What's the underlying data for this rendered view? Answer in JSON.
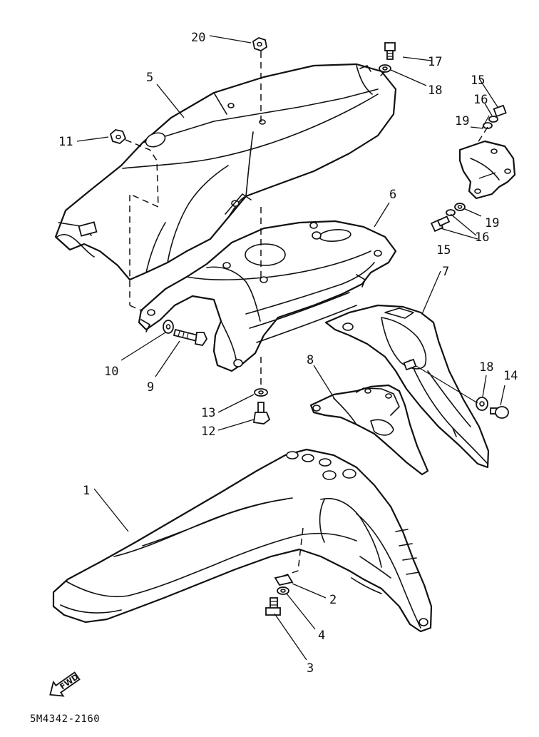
{
  "callouts": {
    "c1": "1",
    "c2": "2",
    "c3": "3",
    "c4": "4",
    "c5": "5",
    "c6": "6",
    "c7": "7",
    "c8": "8",
    "c9": "9",
    "c10": "10",
    "c11": "11",
    "c12": "12",
    "c13": "13",
    "c14": "14",
    "c15a": "15",
    "c15b": "15",
    "c16a": "16",
    "c16b": "16",
    "c17": "17",
    "c18a": "18",
    "c18b": "18",
    "c19a": "19",
    "c19b": "19",
    "c20": "20"
  },
  "footer": {
    "code": "5M4342-2160"
  },
  "badge": {
    "label": "FWD"
  },
  "icons": {
    "forward": "forward-arrow-icon"
  }
}
